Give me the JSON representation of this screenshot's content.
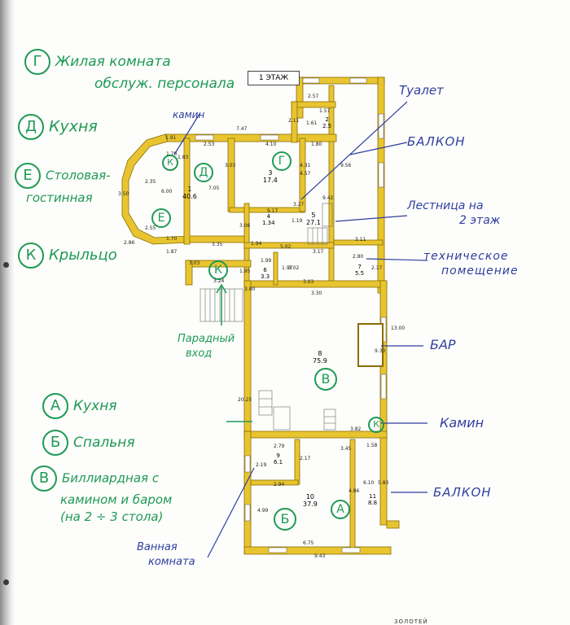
{
  "floor_tag": "1 ЭТАЖ",
  "legend_top": [
    {
      "letter": "Г",
      "lines": [
        "Жилая комната",
        "обслуж. персонала"
      ]
    },
    {
      "letter": "Д",
      "lines": [
        "Кухня"
      ]
    },
    {
      "letter": "Е",
      "lines": [
        "Столовая-",
        "гостинная"
      ]
    },
    {
      "letter": "К",
      "lines": [
        "Крыльцо"
      ]
    }
  ],
  "legend_bottom": [
    {
      "letter": "А",
      "lines": [
        "Кухня"
      ]
    },
    {
      "letter": "Б",
      "lines": [
        "Спальня"
      ]
    },
    {
      "letter": "В",
      "lines": [
        "Биллиардная с",
        "камином и баром",
        "(на 2 ÷ 3 стола)"
      ]
    }
  ],
  "callouts": {
    "toilet": "Туалет",
    "balcony_top": "БАЛКОН",
    "stairs": [
      "Лестница на",
      "2 этаж"
    ],
    "tech": [
      "техническое",
      "помещение"
    ],
    "bar": "БАР",
    "fireplace_right": "Камин",
    "balcony_bottom": "БАЛКОН",
    "fireplace_top": "камин",
    "entrance": [
      "Парадный",
      "вход"
    ],
    "bathroom": [
      "Ванная",
      "комната"
    ]
  },
  "room_marks": {
    "g": "Г",
    "d": "Д",
    "e": "Е",
    "k1": "К",
    "k2": "К",
    "k3": "К",
    "v": "В",
    "b": "Б",
    "a": "А"
  },
  "rooms": [
    {
      "num": "1",
      "area": "40.6"
    },
    {
      "num": "2",
      "area": "2.5"
    },
    {
      "num": "3",
      "area": "17.4"
    },
    {
      "num": "4",
      "area": "1.34"
    },
    {
      "num": "5",
      "area": "27.1"
    },
    {
      "num": "6",
      "area": "3.3"
    },
    {
      "num": "7",
      "area": "5.5"
    },
    {
      "num": "8",
      "area": "75.9"
    },
    {
      "num": "9",
      "area": "6.1"
    },
    {
      "num": "10",
      "area": "37.9"
    },
    {
      "num": "11",
      "area": "8.8"
    }
  ],
  "dimensions": [
    "2.57",
    "1.57",
    "1.61",
    "2.11",
    "1.91",
    "7.47",
    "1.70",
    "2.53",
    "4.10",
    "1.80",
    "9.56",
    "4.31",
    "3.03",
    "4.57",
    "6.00",
    "7.05",
    "3.50",
    "2.86",
    "1.70",
    "1.87",
    "3.35",
    "2.55",
    "3.27",
    "9.17",
    "9.42",
    "1.19",
    "3.06",
    "3.11",
    "2.80",
    "2.17",
    "3.17",
    "1.99",
    "1.97",
    "3.02",
    "3.03",
    "3.30",
    "5.02",
    "1.94",
    "1.95",
    "3.24",
    "3.03",
    "13.00",
    "9.33",
    "20.25",
    "2.79",
    "3.45",
    "1.58",
    "2.17",
    "2.19",
    "2.94",
    "4.99",
    "4.86",
    "6.10",
    "5.83",
    "6.75",
    "9.43",
    "3.82",
    "2.35",
    "1.83",
    "3.80"
  ],
  "bottom_text": "ЗОЛОТЕЙ"
}
